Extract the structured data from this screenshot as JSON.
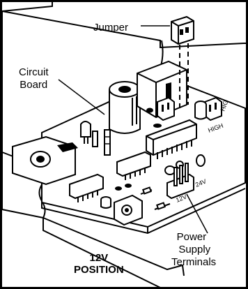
{
  "labels": {
    "jumper": "Jumper",
    "circuit_board": [
      "Circuit",
      "Board"
    ],
    "power_supply_terminals": [
      "Power",
      "Supply",
      "Terminals"
    ],
    "position": [
      "12V",
      "POSITION"
    ]
  },
  "board_markings": {
    "high": "HIGH",
    "high_partial": "HIG",
    "v24": "24V",
    "v12": "12V"
  }
}
